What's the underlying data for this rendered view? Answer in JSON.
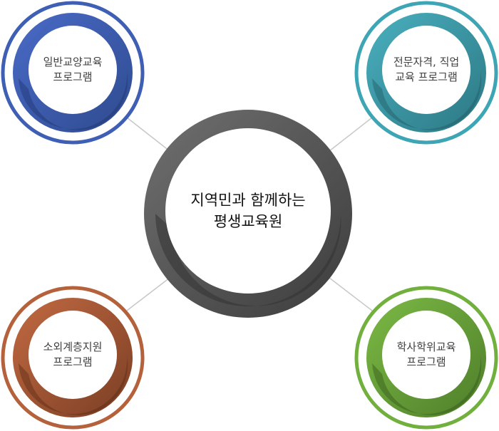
{
  "center": {
    "lines": [
      "지역민과 함께하는",
      "평생교육원"
    ],
    "colors": {
      "light": "#6a6a6a",
      "dark": "#404040"
    }
  },
  "nodes": [
    {
      "lines": [
        "일반교양교육",
        "프로그램"
      ],
      "ring": "#3f5fb5",
      "light": "#4a6bc8",
      "dark": "#2e4a8e"
    },
    {
      "lines": [
        "전문자격, 직업",
        "교육 프로그램"
      ],
      "ring": "#3ea5b5",
      "light": "#4ab0bf",
      "dark": "#2c7783"
    },
    {
      "lines": [
        "소외계층지원",
        "프로그램"
      ],
      "ring": "#b5623c",
      "light": "#c26a42",
      "dark": "#7a3e24"
    },
    {
      "lines": [
        "학사학위교육",
        "프로그램"
      ],
      "ring": "#72b03e",
      "light": "#7cba45",
      "dark": "#4e7d2a"
    }
  ]
}
